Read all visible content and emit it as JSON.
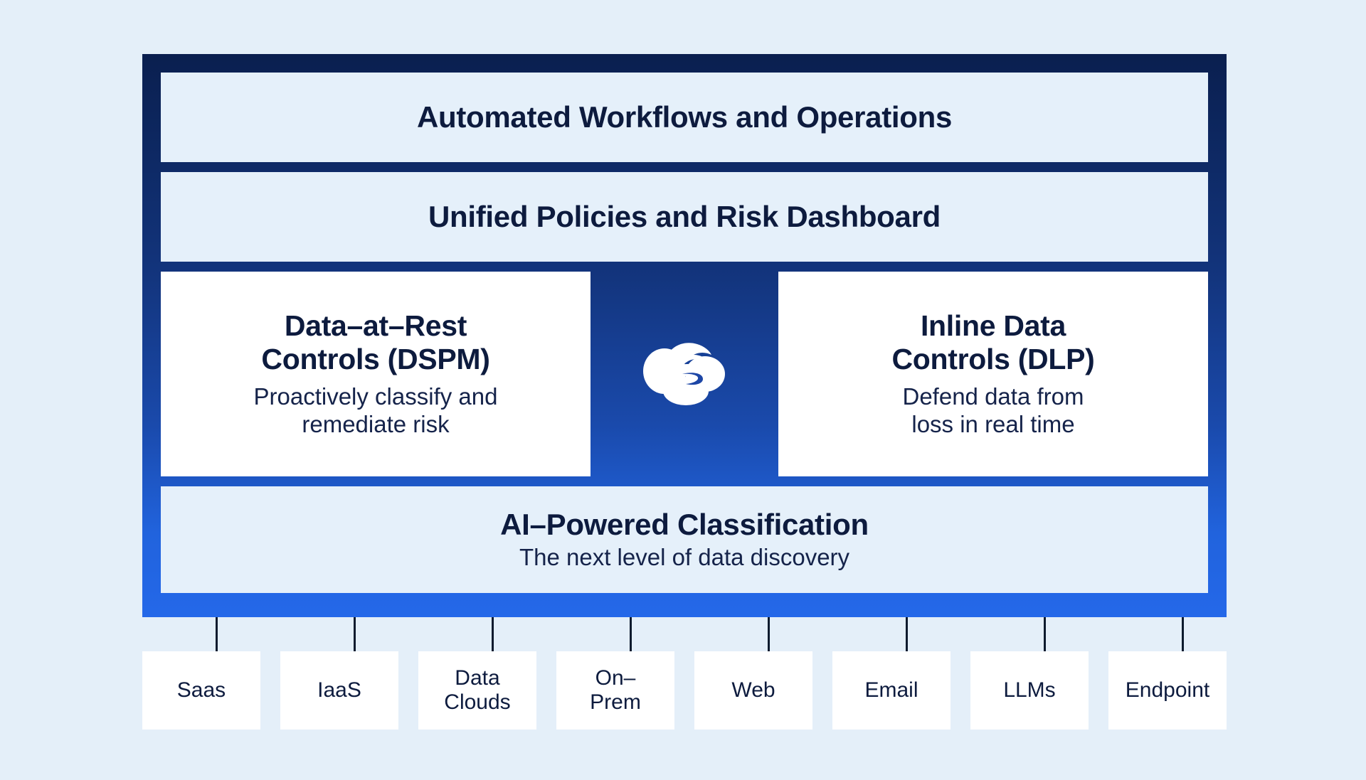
{
  "colors": {
    "page_background": "#E4EFF9",
    "frame_gradient_top": "#0A1F4F",
    "frame_gradient_bottom": "#2468E9",
    "panel_background": "#E5F0FA",
    "card_background": "#FFFFFF",
    "text_navy": "#0D1B3E",
    "connector_line": "#0D1B2E",
    "logo_fill": "#FFFFFF"
  },
  "frame": {
    "layers": {
      "automated_workflows": {
        "title": "Automated Workflows and Operations"
      },
      "unified_policies": {
        "title": "Unified Policies and Risk Dashboard"
      },
      "ai_classification": {
        "title": "AI–Powered Classification",
        "subtitle": "The next level of data discovery"
      }
    },
    "controls": [
      {
        "id": "data-at-rest",
        "title_line_1": "Data–at–Rest",
        "title_line_2": "Controls (DSPM)",
        "subtitle_line_1": "Proactively classify and",
        "subtitle_line_2": "remediate risk"
      },
      {
        "id": "inline-data",
        "title_line_1": "Inline Data",
        "title_line_2": "Controls (DLP)",
        "subtitle_line_1": "Defend data from",
        "subtitle_line_2": "loss in real time"
      }
    ],
    "center_logo": {
      "icon": "zscaler-cloud-logo",
      "alt": "Zscaler cloud logo"
    }
  },
  "sources": [
    {
      "label": "Saas"
    },
    {
      "label": "IaaS"
    },
    {
      "label": "Data\nClouds"
    },
    {
      "label": "On–\nPrem"
    },
    {
      "label": "Web"
    },
    {
      "label": "Email"
    },
    {
      "label": "LLMs"
    },
    {
      "label": "Endpoint"
    }
  ]
}
